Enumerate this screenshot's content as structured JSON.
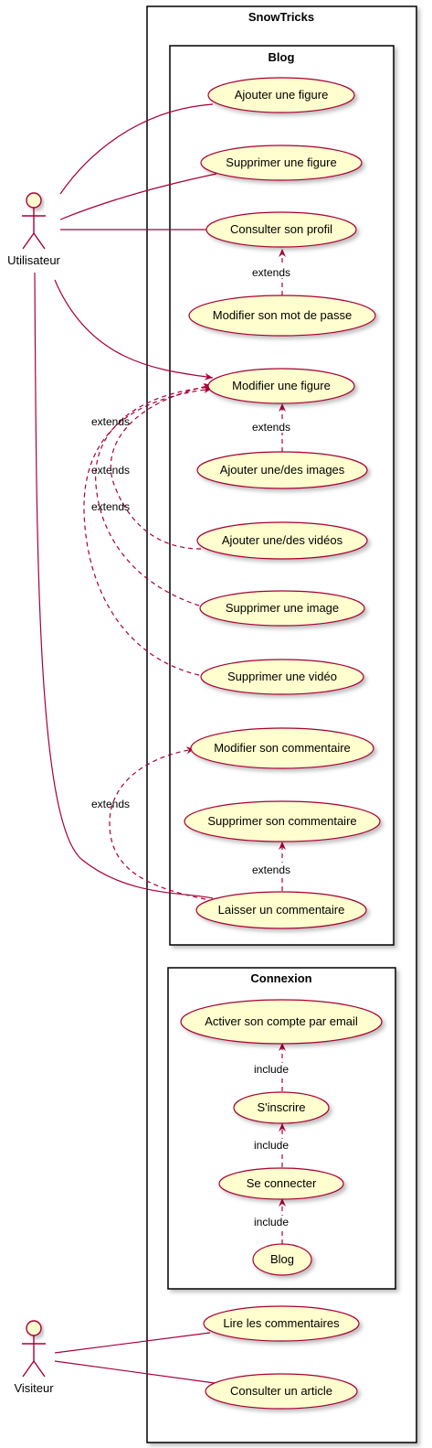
{
  "diagram": {
    "system_title": "SnowTricks",
    "packages": {
      "blog": {
        "title": "Blog"
      },
      "connexion": {
        "title": "Connexion"
      }
    },
    "actors": {
      "utilisateur": "Utilisateur",
      "visiteur": "Visiteur"
    },
    "use_cases": {
      "ajouter_figure": "Ajouter une figure",
      "supprimer_figure": "Supprimer une figure",
      "consulter_profil": "Consulter son profil",
      "modifier_mdp": "Modifier son mot de passe",
      "modifier_figure": "Modifier une figure",
      "ajouter_images": "Ajouter une/des images",
      "ajouter_videos": "Ajouter une/des vidéos",
      "supprimer_image": "Supprimer une image",
      "supprimer_video": "Supprimer une vidéo",
      "modifier_commentaire": "Modifier son commentaire",
      "supprimer_commentaire": "Supprimer son commentaire",
      "laisser_commentaire": "Laisser un commentaire",
      "activer_compte": "Activer son compte par email",
      "inscrire": "S'inscrire",
      "connecter": "Se connecter",
      "blog": "Blog",
      "lire_commentaires": "Lire les commentaires",
      "consulter_article": "Consulter un article"
    },
    "relations": {
      "extends": "extends",
      "include": "include"
    },
    "colors": {
      "usecase_fill": "#FEFECE",
      "line": "#A80036",
      "package_border": "#000000"
    }
  }
}
